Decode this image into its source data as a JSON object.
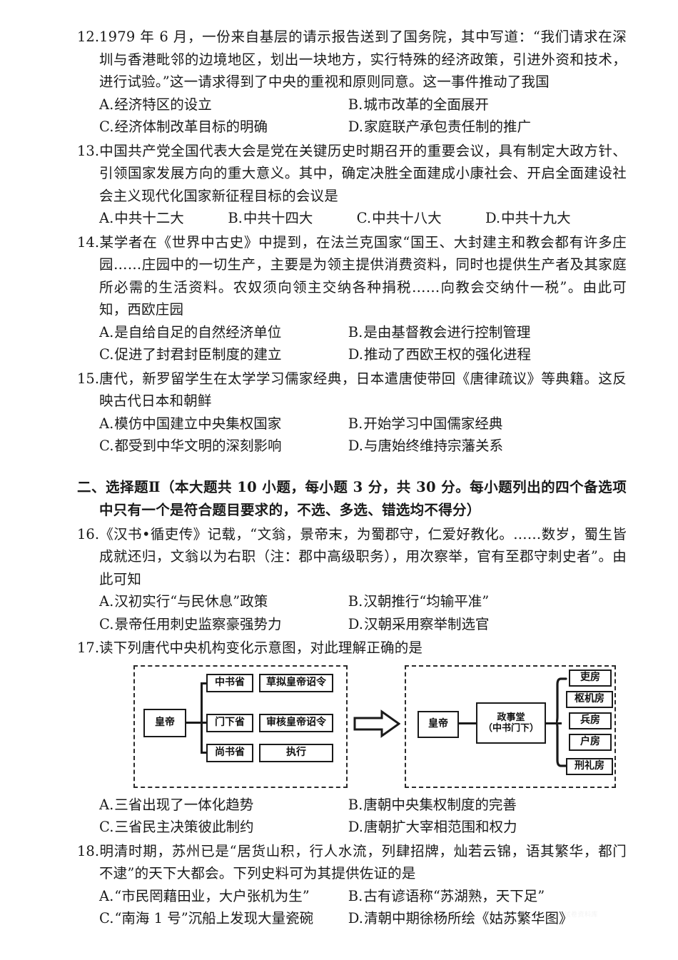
{
  "page": {
    "watermark": "试卷资料库"
  },
  "questions": [
    {
      "number": "12.",
      "stem": "1979 年 6 月，一份来自基层的请示报告送到了国务院，其中写道：“我们请求在深圳与香港毗邻的边境地区，划出一块地方，实行特殊的经济政策，引进外资和技术，进行试验。”这一请求得到了中央的重视和原则同意。这一事件推动了我国",
      "layout": "two-column",
      "options": [
        {
          "letter": "A.",
          "text": "经济特区的设立"
        },
        {
          "letter": "B.",
          "text": "城市改革的全面展开"
        },
        {
          "letter": "C.",
          "text": "经济体制改革目标的明确"
        },
        {
          "letter": "D.",
          "text": "家庭联产承包责任制的推广"
        }
      ]
    },
    {
      "number": "13.",
      "stem": "中国共产党全国代表大会是党在关键历史时期召开的重要会议，具有制定大政方针、引领国家发展方向的重大意义。其中，确定决胜全面建成小康社会、开启全面建设社会主义现代化国家新征程目标的会议是",
      "layout": "inline-four",
      "options": [
        {
          "letter": "A.",
          "text": "中共十二大"
        },
        {
          "letter": "B.",
          "text": "中共十四大"
        },
        {
          "letter": "C.",
          "text": "中共十八大"
        },
        {
          "letter": "D.",
          "text": "中共十九大"
        }
      ]
    },
    {
      "number": "14.",
      "stem": "某学者在《世界中古史》中提到，在法兰克国家“国王、大封建主和教会都有许多庄园……庄园中的一切生产，主要是为领主提供消费资料，同时也提供生产者及其家庭所必需的生活资料。农奴须向领主交纳各种捐税……向教会交纳什一税”。由此可知，西欧庄园",
      "layout": "two-column",
      "options": [
        {
          "letter": "A.",
          "text": "是自给自足的自然经济单位"
        },
        {
          "letter": "B.",
          "text": "是由基督教会进行控制管理"
        },
        {
          "letter": "C.",
          "text": "促进了封君封臣制度的建立"
        },
        {
          "letter": "D.",
          "text": "推动了西欧王权的强化进程"
        }
      ]
    },
    {
      "number": "15.",
      "stem": "唐代，新罗留学生在太学学习儒家经典，日本遣唐使带回《唐律疏议》等典籍。这反映古代日本和朝鲜",
      "layout": "two-column",
      "options": [
        {
          "letter": "A.",
          "text": "模仿中国建立中央集权国家"
        },
        {
          "letter": "B.",
          "text": "开始学习中国儒家经典"
        },
        {
          "letter": "C.",
          "text": "都受到中华文明的深刻影响"
        },
        {
          "letter": "D.",
          "text": "与唐始终维持宗藩关系"
        }
      ]
    },
    {
      "number": "16.",
      "stem": "《汉书•循吏传》记载，“文翁，景帝末，为蜀郡守，仁爱好教化。……数岁，蜀生皆成就还归，文翁以为右职（注：郡中高级职务），用次察举，官有至郡守刺史者”。由此可知",
      "layout": "two-column",
      "options": [
        {
          "letter": "A.",
          "text": "汉初实行“与民休息”政策"
        },
        {
          "letter": "B.",
          "text": "汉朝推行“均输平准”"
        },
        {
          "letter": "C.",
          "text": "景帝任用刺史监察豪强势力"
        },
        {
          "letter": "D.",
          "text": "汉朝采用察举制选官"
        }
      ]
    },
    {
      "number": "17.",
      "stem": "读下列唐代中央机构变化示意图，对此理解正确的是",
      "layout": "two-column",
      "has_figure": true,
      "options": [
        {
          "letter": "A.",
          "text": "三省出现了一体化趋势"
        },
        {
          "letter": "B.",
          "text": "唐朝中央集权制度的完善"
        },
        {
          "letter": "C.",
          "text": "三省民主决策彼此制约"
        },
        {
          "letter": "D.",
          "text": "唐朝扩大宰相范围和权力"
        }
      ]
    },
    {
      "number": "18.",
      "stem": "明清时期，苏州已是“居货山积，行人水流，列肆招牌，灿若云锦，语其繁华，都门不逮”的天下大都会。下列史料可为其提供佐证的是",
      "layout": "two-column",
      "options": [
        {
          "letter": "A.",
          "text": "“市民罔藉田业，大户张机为生”"
        },
        {
          "letter": "B.",
          "text": "古有谚语称“苏湖熟，天下足”"
        },
        {
          "letter": "C.",
          "text": "“南海 1 号”沉船上发现大量瓷碗"
        },
        {
          "letter": "D.",
          "text": "清朝中期徐杨所绘《姑苏繁华图》"
        }
      ]
    }
  ],
  "section_two": {
    "heading": "二、选择题Ⅱ（本大题共 10 小题，每小题 3 分，共 30 分。每小题列出的四个备选项中只有一个是符合题目要求的，不选、多选、错选均不得分）"
  },
  "figure": {
    "left_panel": {
      "root": "皇帝",
      "branches": [
        {
          "organ": "中书省",
          "function": "草拟皇帝诏令"
        },
        {
          "organ": "门下省",
          "function": "审核皇帝诏令"
        },
        {
          "organ": "尚书省",
          "function": "执行"
        }
      ]
    },
    "arrow": "right-arrow",
    "right_panel": {
      "root": "皇帝",
      "hall_line1": "政事堂",
      "hall_line2": "（中书门下）",
      "departments": [
        "吏房",
        "枢机房",
        "兵房",
        "户房",
        "刑礼房"
      ]
    }
  }
}
